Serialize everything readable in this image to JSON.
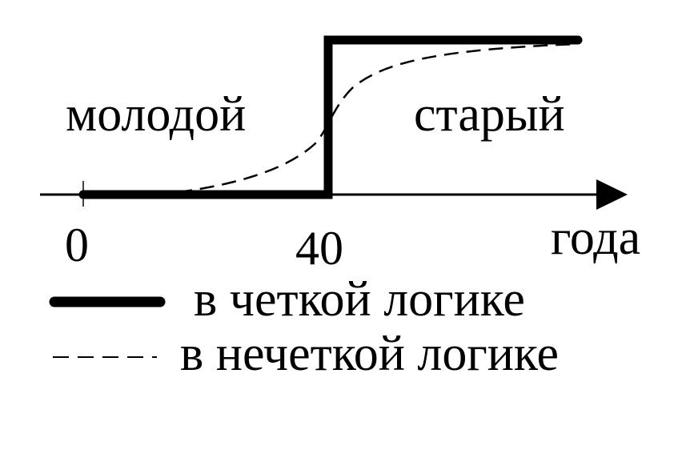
{
  "labels": {
    "left_region": "молодой",
    "right_region": "старый",
    "x_unit": "года",
    "tick_zero": "0",
    "tick_threshold": "40"
  },
  "legend": {
    "crisp": "в четкой логике",
    "fuzzy": "в нечеткой логике"
  },
  "colors": {
    "line": "#000000",
    "background": "#ffffff"
  }
}
